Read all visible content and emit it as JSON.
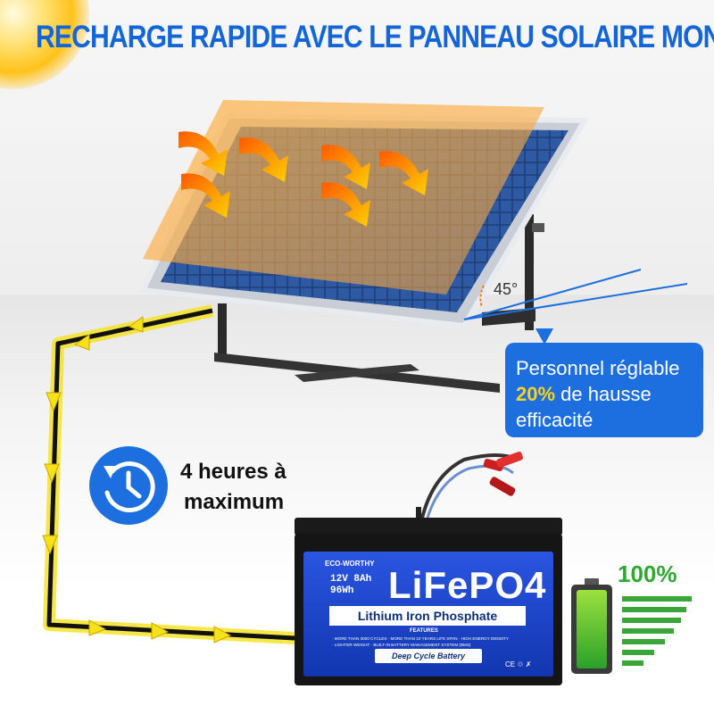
{
  "headline": "RECHARGE RAPIDE AVEC LE PANNEAU SOLAIRE MONO",
  "angle_label": "45°",
  "info_box": {
    "line1": "Personnel réglable",
    "highlight": "20%",
    "line2_rest": " de hausse",
    "line3": "efficacité"
  },
  "charge_time": {
    "line1": "4 heures à",
    "line2": "maximum"
  },
  "battery": {
    "brand": "ECO-WORTHY",
    "voltage_capacity": "12V 8Ah",
    "energy": "96Wh",
    "chemistry": "LiFePO4",
    "subtitle": "Lithium Iron Phosphate",
    "features_title": "FEATURES",
    "features_row1": "· MORE THAN 3000 CYCLES   · MORE THAN 10 YEARS LIFE SPAN   · HIGH ENERGY DENSITY",
    "features_row2": "· LIGHTER WEIGHT   · BUILT-IN BATTERY MANAGEMENT SYSTEM (BMS)",
    "type": "Deep Cycle Battery",
    "marks": "CE ♲ ✗"
  },
  "charge_level": {
    "label": "100%",
    "fraction": 1.0
  },
  "colors": {
    "headline_blue": "#1466d8",
    "box_blue": "#1d6fe0",
    "highlight_yellow": "#ffd21c",
    "charge_green": "#2ea82e",
    "wire_yellow": "#f5e21a",
    "battery_blue": "#1740c9"
  },
  "icons": {
    "sun": "sun-icon",
    "clock": "clock-icon",
    "battery_charge": "battery-full-icon",
    "arrows": "heat-arrow-icon"
  }
}
